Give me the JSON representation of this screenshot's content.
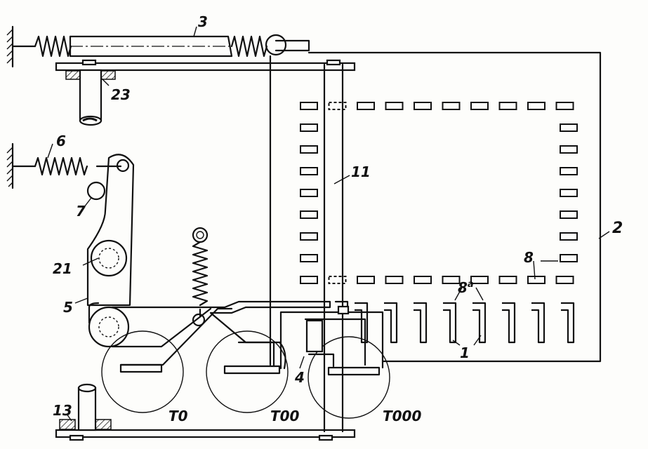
{
  "labels": {
    "l1": "1",
    "l2": "2",
    "l3": "3",
    "l4": "4",
    "l5": "5",
    "l6": "6",
    "l7": "7",
    "l8": "8",
    "l8b": "8",
    "l8b_sup": "a",
    "l11": "11",
    "l13": "13",
    "l21": "21",
    "l23": "23",
    "t0": "T0",
    "t00": "T00",
    "t000": "T000"
  }
}
